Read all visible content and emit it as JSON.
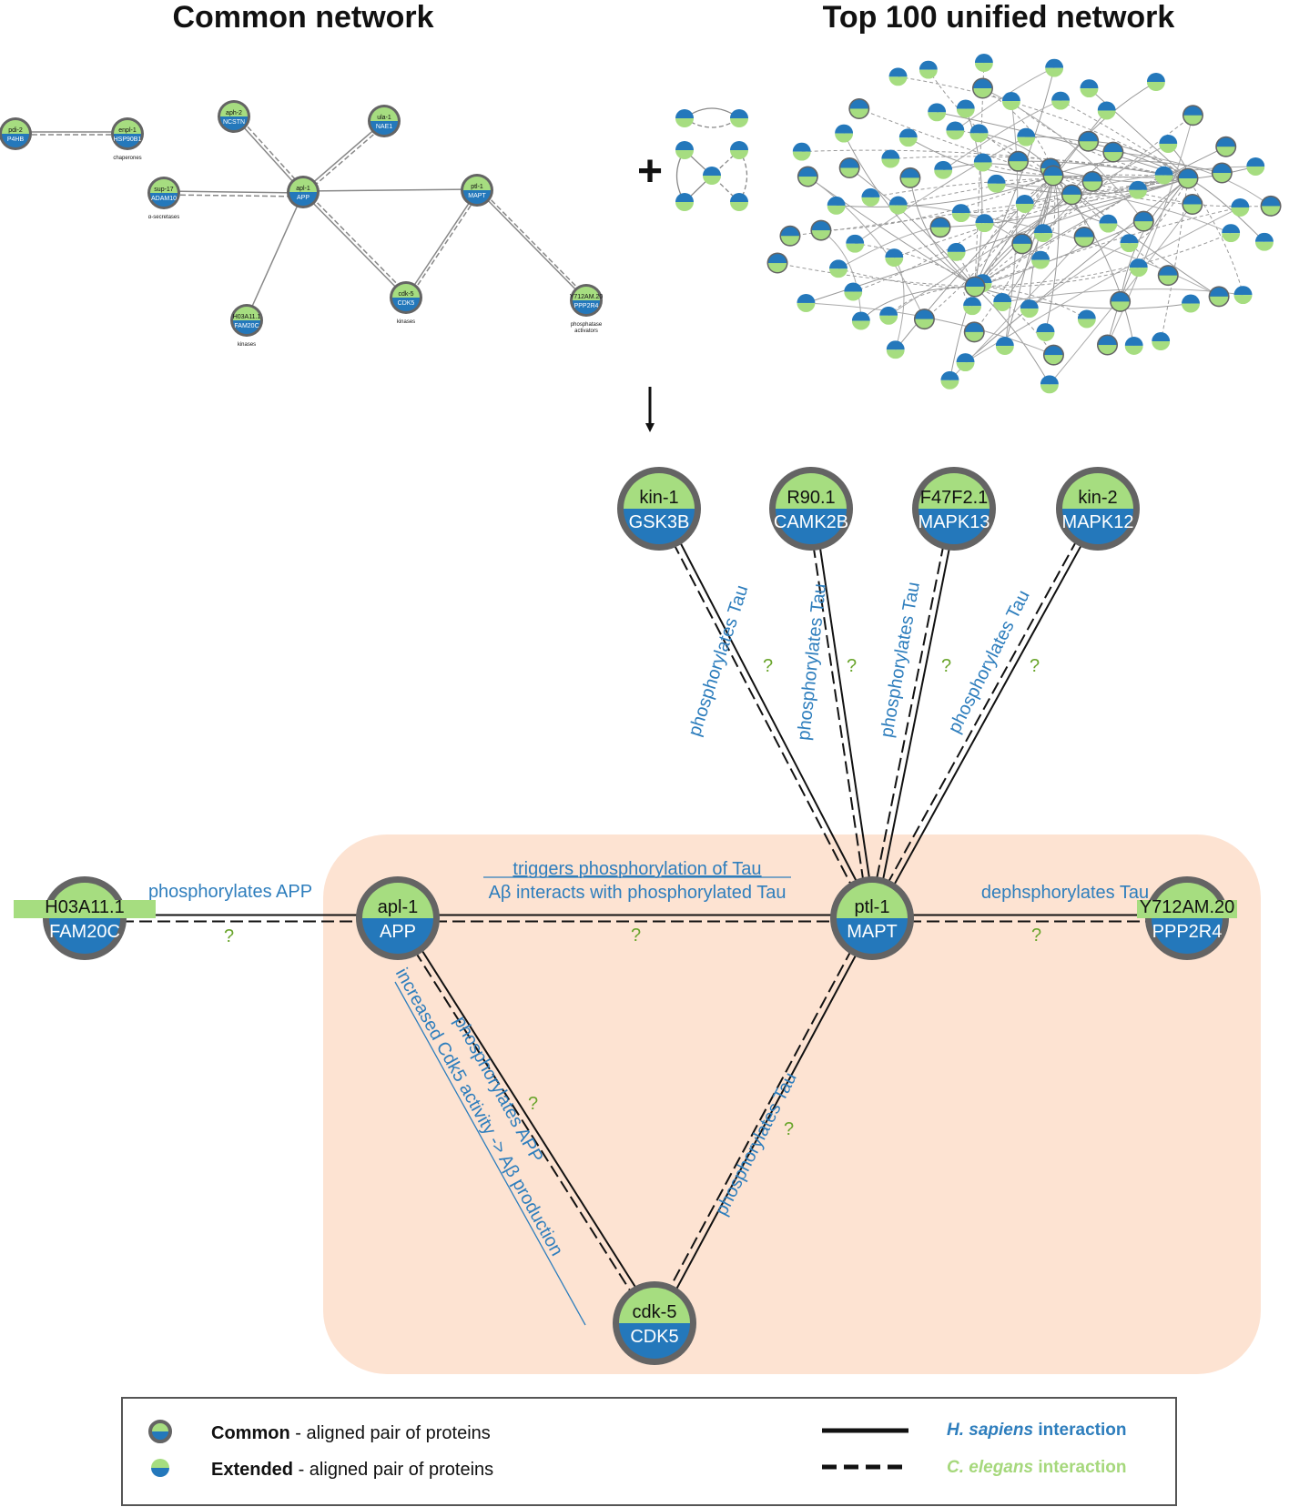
{
  "titles": {
    "common": "Common network",
    "unified": "Top 100 unified network"
  },
  "plus_sign": "+",
  "colors": {
    "green": "#a6dd80",
    "blue": "#2478bb",
    "ring": "#646464",
    "label_blue": "#2e7ebd",
    "question_green": "#6aa52c",
    "highlight": "#fde3d2"
  },
  "small_network": {
    "nodes": [
      {
        "id": "pdi2",
        "top": "pdi-2",
        "bottom": "P4HB",
        "caption": ""
      },
      {
        "id": "enpl1",
        "top": "enpl-1",
        "bottom": "HSP90B1",
        "caption": "chaperones"
      },
      {
        "id": "aph2",
        "top": "aph-2",
        "bottom": "NCSTN",
        "caption": ""
      },
      {
        "id": "ula1",
        "top": "ula-1",
        "bottom": "NAE1",
        "caption": ""
      },
      {
        "id": "sup17",
        "top": "sup-17",
        "bottom": "ADAM10",
        "caption": "α-secretases"
      },
      {
        "id": "apl1",
        "top": "apl-1",
        "bottom": "APP",
        "caption": ""
      },
      {
        "id": "ptl1",
        "top": "ptl-1",
        "bottom": "MAPT",
        "caption": ""
      },
      {
        "id": "cdk5",
        "top": "cdk-5",
        "bottom": "CDK5",
        "caption": "kinases"
      },
      {
        "id": "h03",
        "top": "H03A11.1",
        "bottom": "FAM20C",
        "caption": "kinases"
      },
      {
        "id": "y712",
        "top": "Y712AM.20",
        "bottom": "PPP2R4",
        "caption": "phosphatase activators"
      }
    ]
  },
  "main_network": {
    "nodes": [
      {
        "id": "kin1",
        "top": "kin-1",
        "bottom": "GSK3B"
      },
      {
        "id": "r901",
        "top": "R90.1",
        "bottom": "CAMK2B"
      },
      {
        "id": "f47",
        "top": "F47F2.1",
        "bottom": "MAPK13"
      },
      {
        "id": "kin2",
        "top": "kin-2",
        "bottom": "MAPK12"
      },
      {
        "id": "h03",
        "top": "H03A11.1",
        "bottom": "FAM20C"
      },
      {
        "id": "apl1",
        "top": "apl-1",
        "bottom": "APP"
      },
      {
        "id": "ptl1",
        "top": "ptl-1",
        "bottom": "MAPT"
      },
      {
        "id": "y712",
        "top": "Y712AM.20",
        "bottom": "PPP2R4"
      },
      {
        "id": "cdk5",
        "top": "cdk-5",
        "bottom": "CDK5"
      }
    ],
    "edges": [
      {
        "id": "kin1-ptl1",
        "label": "phosphorylates Tau",
        "question": "?"
      },
      {
        "id": "r901-ptl1",
        "label": "phosphorylates Tau",
        "question": "?"
      },
      {
        "id": "f47-ptl1",
        "label": "phosphorylates Tau",
        "question": "?"
      },
      {
        "id": "kin2-ptl1",
        "label": "phosphorylates Tau",
        "question": "?"
      },
      {
        "id": "h03-apl1",
        "label": "phosphorylates APP",
        "question": "?"
      },
      {
        "id": "apl1-ptl1",
        "label": "triggers phosphorylation of Tau",
        "label2": "Aβ interacts with phosphorylated Tau",
        "question": "?"
      },
      {
        "id": "ptl1-y712",
        "label": "dephsphorylates Tau",
        "question": "?"
      },
      {
        "id": "apl1-cdk5",
        "label": "phosphorylates APP",
        "label2": "increased Cdk5 activity -> Aβ production",
        "question": "?"
      },
      {
        "id": "ptl1-cdk5",
        "label": "phosphorylates Tau",
        "question": "?"
      }
    ]
  },
  "legend": {
    "common_bold": "Common",
    "common_rest": " - aligned pair of proteins",
    "extended_bold": "Extended",
    "extended_rest": " - aligned pair of proteins",
    "hs_species": "H. sapiens",
    "hs_rest": " interaction",
    "ce_species": "C. elegans",
    "ce_rest": " interaction"
  }
}
